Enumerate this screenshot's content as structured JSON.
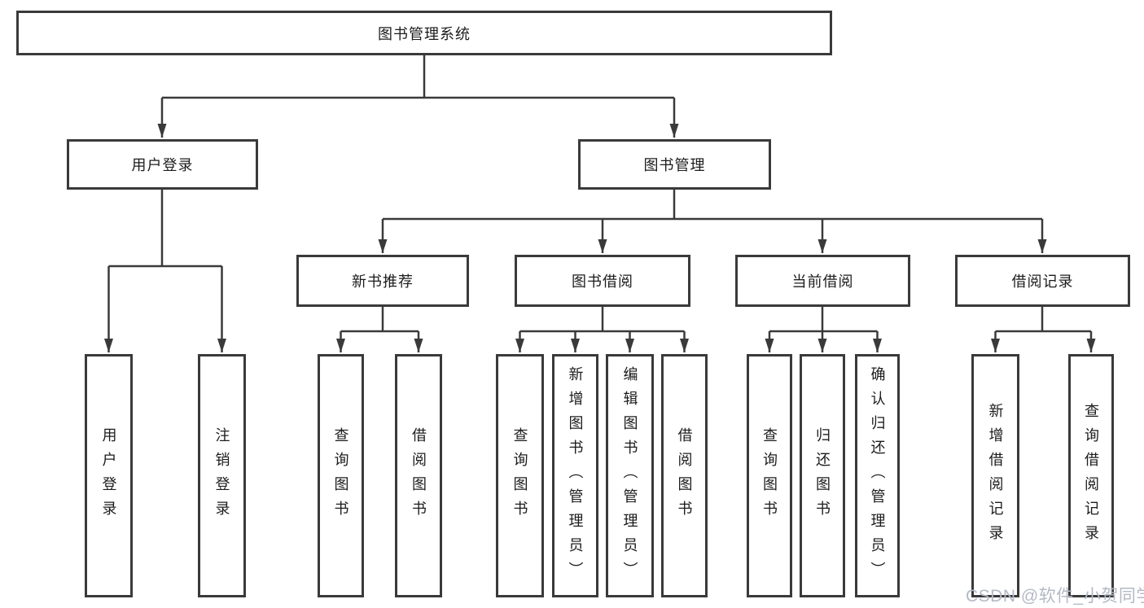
{
  "diagram": {
    "root": "图书管理系统",
    "level2": [
      "用户登录",
      "图书管理"
    ],
    "level3": [
      "新书推荐",
      "图书借阅",
      "当前借阅",
      "借阅记录"
    ],
    "leaves": [
      [
        "用户登录",
        "注销登录"
      ],
      [
        "查询图书",
        "借阅图书"
      ],
      [
        "查询图书",
        "新增图书（管理员）",
        "编辑图书（管理员）",
        "借阅图书"
      ],
      [
        "查询图书",
        "归还图书",
        "确认归还（管理员）"
      ],
      [
        "新增借阅记录",
        "查询借阅记录"
      ]
    ]
  },
  "watermark": "CSDN @软件_小贺同学",
  "colors": {
    "line": "#3a3a3a",
    "text": "#1c1c1c",
    "background": "#ffffff",
    "watermark": "#b3bac4"
  }
}
